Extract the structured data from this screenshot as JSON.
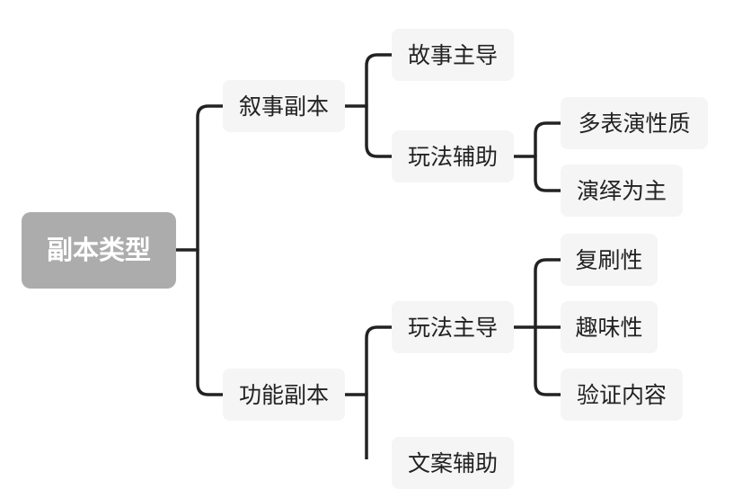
{
  "mindmap": {
    "root": "副本类型",
    "branches": [
      {
        "label": "叙事副本",
        "children": [
          {
            "label": "故事主导"
          },
          {
            "label": "玩法辅助",
            "children": [
              {
                "label": "多表演性质"
              },
              {
                "label": "演绎为主"
              }
            ]
          }
        ]
      },
      {
        "label": "功能副本",
        "children": [
          {
            "label": "玩法主导",
            "children": [
              {
                "label": "复刷性"
              },
              {
                "label": "趣味性"
              },
              {
                "label": "验证内容"
              }
            ]
          },
          {
            "label": "文案辅助"
          }
        ]
      }
    ]
  },
  "colors": {
    "root_fill": "#acacac",
    "node_fill": "#f5f5f5",
    "line": "#222222",
    "text": "#222222"
  }
}
